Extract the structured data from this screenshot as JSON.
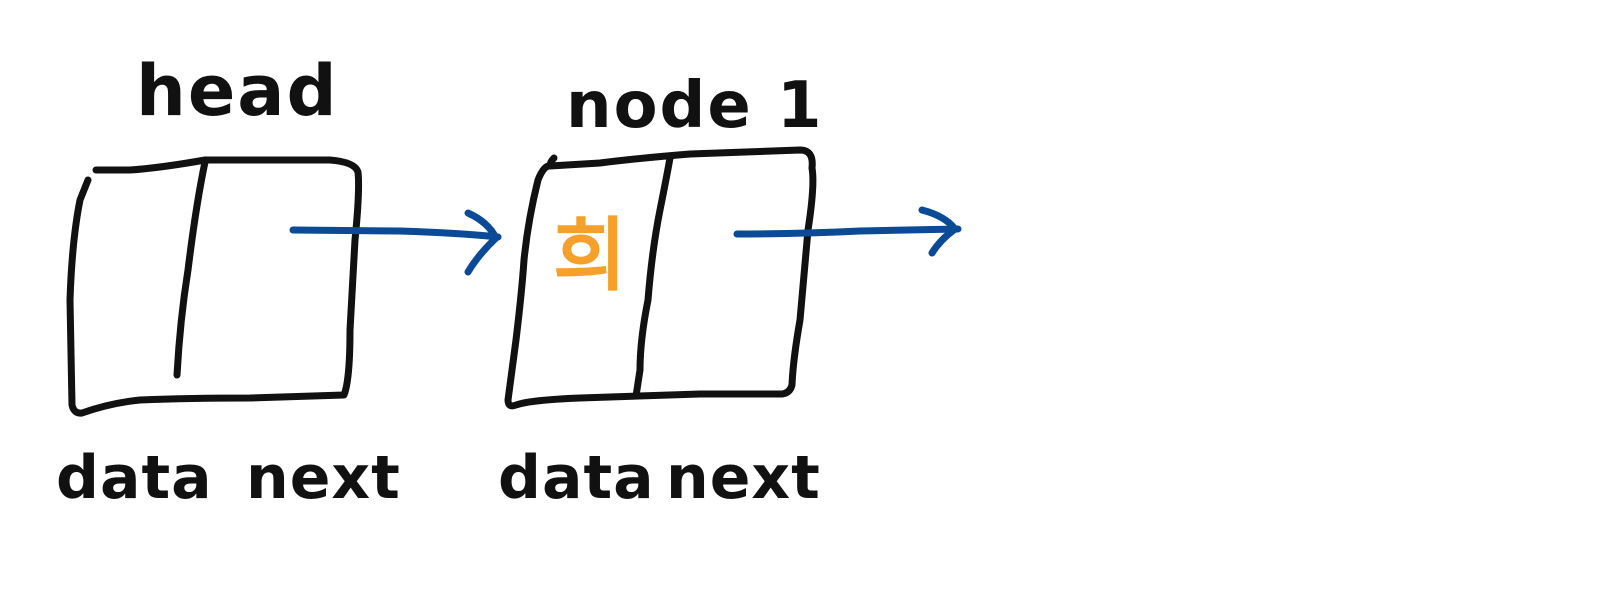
{
  "nodes": [
    {
      "title": "head",
      "data_label": "data",
      "next_label": "next",
      "value": ""
    },
    {
      "title": "node 1",
      "data_label": "data",
      "next_label": "next",
      "value": "희"
    }
  ],
  "colors": {
    "ink": "#111111",
    "arrow": "#0b4a96",
    "value": "#f5a02a",
    "background": "#ffffff"
  }
}
